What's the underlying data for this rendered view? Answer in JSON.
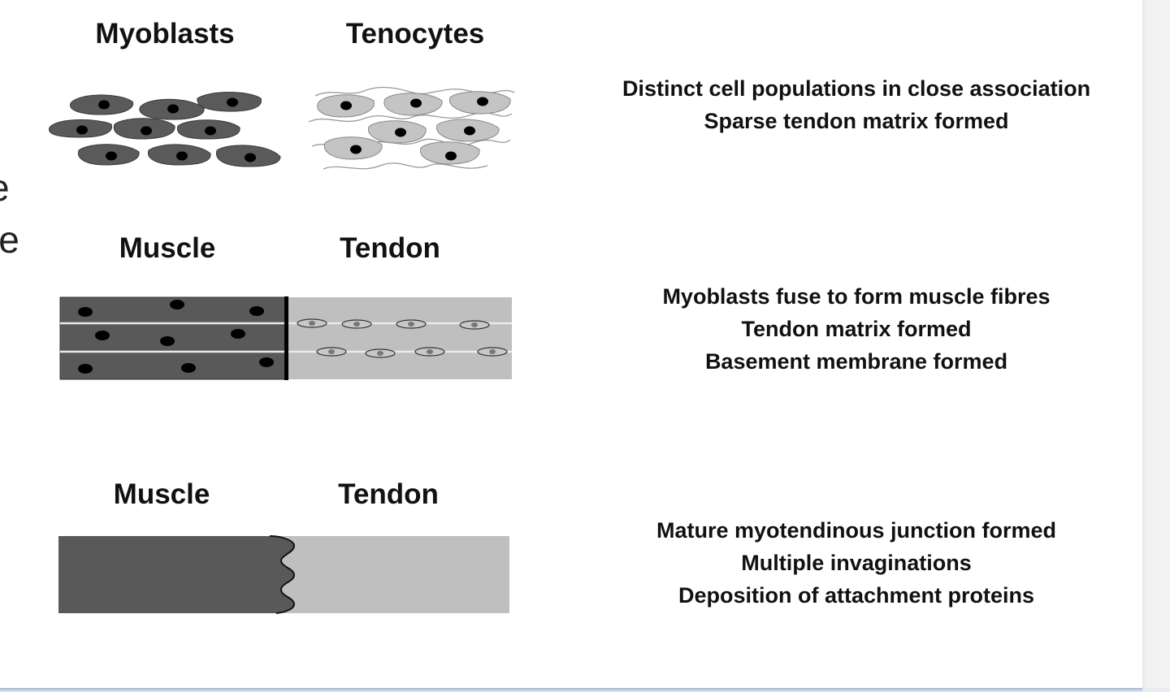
{
  "left_cutoff": {
    "line1": "e",
    "line2": "le"
  },
  "stages": [
    {
      "left_label": "Myoblasts",
      "right_label": "Tenocytes",
      "description": [
        "Distinct cell populations in close association",
        "Sparse tendon matrix formed"
      ]
    },
    {
      "left_label": "Muscle",
      "right_label": "Tendon",
      "description": [
        "Myoblasts fuse to form muscle fibres",
        "Tendon matrix formed",
        "Basement membrane formed"
      ]
    },
    {
      "left_label": "Muscle",
      "right_label": "Tendon",
      "description": [
        "Mature myotendinous junction formed",
        "Multiple invaginations",
        "Deposition of attachment proteins"
      ]
    }
  ],
  "colors": {
    "muscle": "#595959",
    "tendon": "#bfbfbf",
    "cell_dark": "#5a5a5a",
    "cell_light": "#c4c4c4",
    "nucleus": "#000000"
  }
}
